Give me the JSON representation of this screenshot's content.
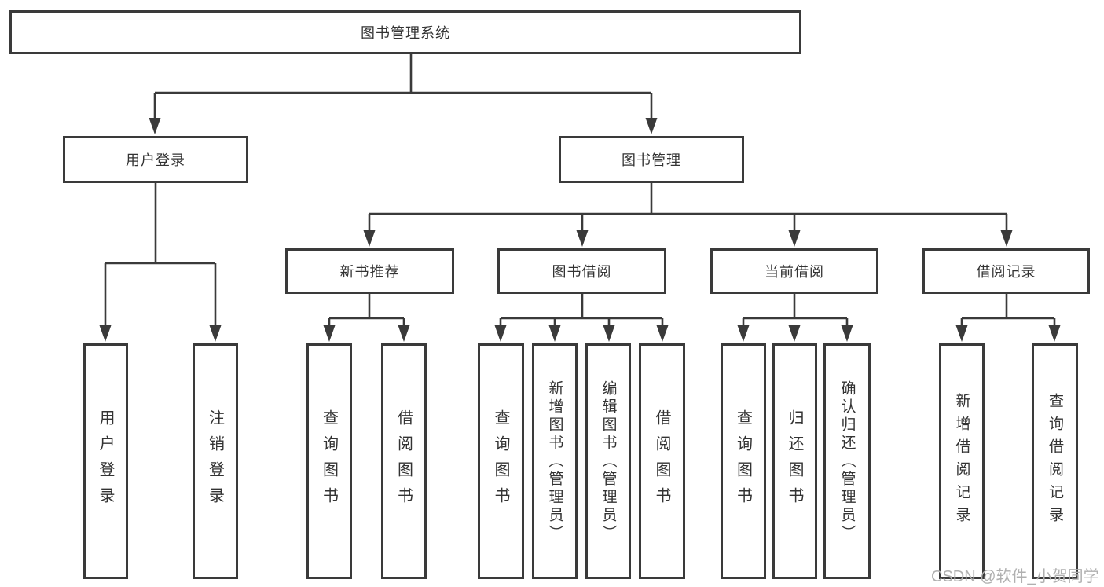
{
  "diagram": {
    "label": "图书管理系统",
    "children": [
      {
        "label": "用户登录",
        "children": [
          {
            "label": "用户登录"
          },
          {
            "label": "注销登录"
          }
        ]
      },
      {
        "label": "图书管理",
        "children": [
          {
            "label": "新书推荐",
            "children": [
              {
                "label": "查询图书"
              },
              {
                "label": "借阅图书"
              }
            ]
          },
          {
            "label": "图书借阅",
            "children": [
              {
                "label": "查询图书"
              },
              {
                "label": "新增图书（管理员）"
              },
              {
                "label": "编辑图书（管理员）"
              },
              {
                "label": "借阅图书"
              }
            ]
          },
          {
            "label": "当前借阅",
            "children": [
              {
                "label": "查询图书"
              },
              {
                "label": "归还图书"
              },
              {
                "label": "确认归还（管理员）"
              }
            ]
          },
          {
            "label": "借阅记录",
            "children": [
              {
                "label": "新增借阅记录"
              },
              {
                "label": "查询借阅记录"
              }
            ]
          }
        ]
      }
    ]
  },
  "watermark": {
    "text": "CSDN @软件_小贺同学"
  },
  "colors": {
    "line": "#3a3a3a",
    "box_border": "#3a3a3a",
    "text": "#333333",
    "watermark": "#b0b0b0",
    "background": "#ffffff"
  }
}
